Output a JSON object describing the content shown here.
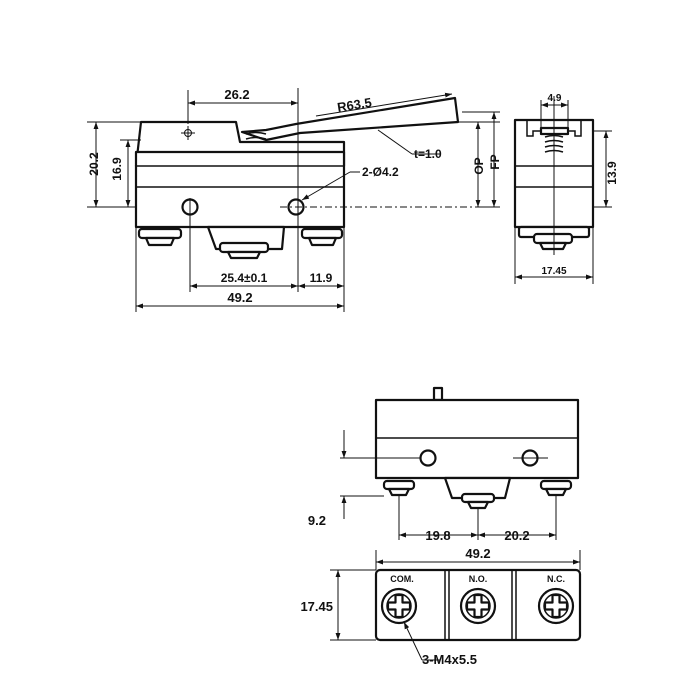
{
  "views": {
    "front": {
      "dims": {
        "lever_pivot": "26.2",
        "lever_radius": "R63.5",
        "lever_thickness": "t=1.0",
        "height_total": "20.2",
        "height_body": "16.9",
        "mount_holes": "2-Ø4.2",
        "op": "OP",
        "fp": "FP",
        "hole_pitch": "25.4±0.1",
        "hole_offset": "11.9",
        "length": "49.2"
      }
    },
    "side": {
      "dims": {
        "plunger_width": "4.9",
        "height": "13.9",
        "width": "17.45"
      }
    },
    "bottom": {
      "dims": {
        "terminal_height": "9.2",
        "pitch_left": "19.8",
        "pitch_right": "20.2",
        "length": "49.2",
        "width": "17.45",
        "screws": "3-M4x5.5"
      },
      "terminals": [
        "COM.",
        "N.O.",
        "N.C."
      ]
    }
  }
}
